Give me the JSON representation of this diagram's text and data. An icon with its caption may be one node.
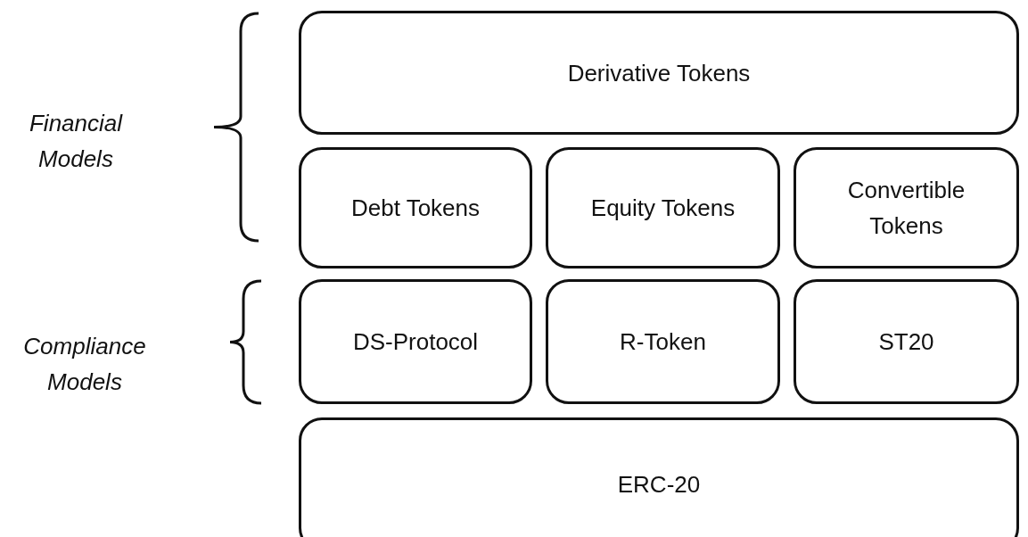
{
  "diagram": {
    "nodes": [
      {
        "text": [
          "Derivative Tokens"
        ]
      },
      {
        "text": [
          "Debt Tokens"
        ]
      },
      {
        "text": [
          "Equity Tokens"
        ]
      },
      {
        "text": [
          "Convertible Tokens"
        ]
      },
      {
        "text": [
          "DS-Protocol"
        ]
      },
      {
        "text": [
          "R-Token"
        ]
      },
      {
        "text": [
          "ST20"
        ]
      },
      {
        "text": [
          "ERC-20"
        ]
      }
    ],
    "labels": [
      "Financial Models",
      "Compliance Models"
    ]
  }
}
